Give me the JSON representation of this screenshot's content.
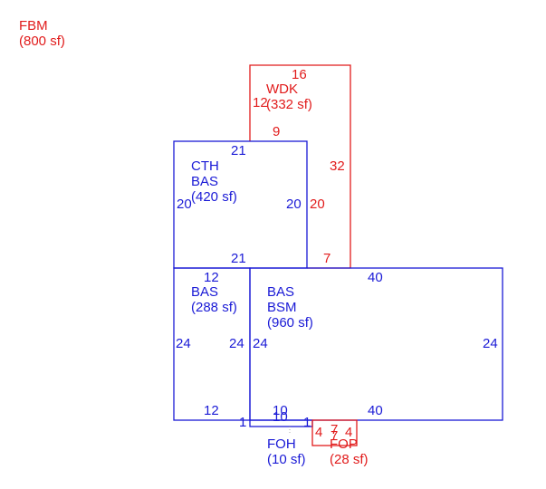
{
  "colors": {
    "red": "#e11b1b",
    "blue": "#1a1ad6",
    "background": "#ffffff"
  },
  "areas": {
    "fbm": {
      "code": "FBM",
      "area": "(800 sf)"
    },
    "wdk": {
      "code": "WDK",
      "area": "(332 sf)"
    },
    "cth": {
      "code1": "CTH",
      "code2": "BAS",
      "area": "(420 sf)"
    },
    "bas_small": {
      "code": "BAS",
      "area": "(288 sf)"
    },
    "bas_bsm": {
      "code1": "BAS",
      "code2": "BSM",
      "area": "(960 sf)"
    },
    "foh": {
      "code": "FOH",
      "area": "(10 sf)"
    },
    "fop": {
      "code": "FOP",
      "area": "(28 sf)"
    }
  },
  "dimensions": {
    "wdk_top": "16",
    "wdk_left": "12",
    "wdk_inner": "9",
    "wdk_right": "32",
    "wdk_lower_right": "20",
    "wdk_bottom": "7",
    "cth_top": "21",
    "cth_left": "20",
    "cth_right": "20",
    "cth_bottom": "21",
    "bas_small_top": "12",
    "bas_small_left": "24",
    "bas_small_right": "24",
    "bas_small_bottom": "12",
    "bsm_top": "40",
    "bsm_left": "24",
    "bsm_right": "24",
    "bsm_bottom": "40",
    "foh_top": "10",
    "foh_bottom": "10",
    "foh_left": "1",
    "foh_right": "1",
    "fop_left": "4",
    "fop_top": "7",
    "fop_bottom": "7",
    "fop_right": "4"
  }
}
